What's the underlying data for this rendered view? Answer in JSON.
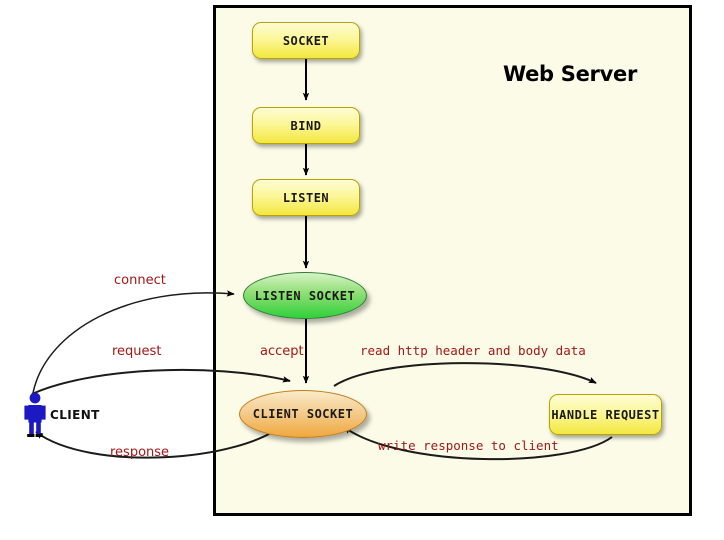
{
  "diagram": {
    "title": "Web Server",
    "frame_label": "Web Server",
    "colors": {
      "frame_bg": "#fbfbe8",
      "frame_border": "#000000",
      "box_fill": "#f3e73f",
      "listen_socket_fill": "#2fd13a",
      "client_socket_fill": "#efa83e",
      "edge_label": "#a01818",
      "actor": "#1c19c4",
      "edge_stroke": "#000000"
    }
  },
  "nodes": {
    "socket": "SOCKET",
    "bind": "BIND",
    "listen": "LISTEN",
    "listen_socket": "LISTEN SOCKET",
    "client_socket": "CLIENT SOCKET",
    "handle_request": "HANDLE REQUEST",
    "client": "CLIENT"
  },
  "edges": {
    "connect": "connect",
    "request": "request",
    "response": "response",
    "accept": "accept",
    "read": "read http header and body data",
    "write": "write response to client"
  }
}
